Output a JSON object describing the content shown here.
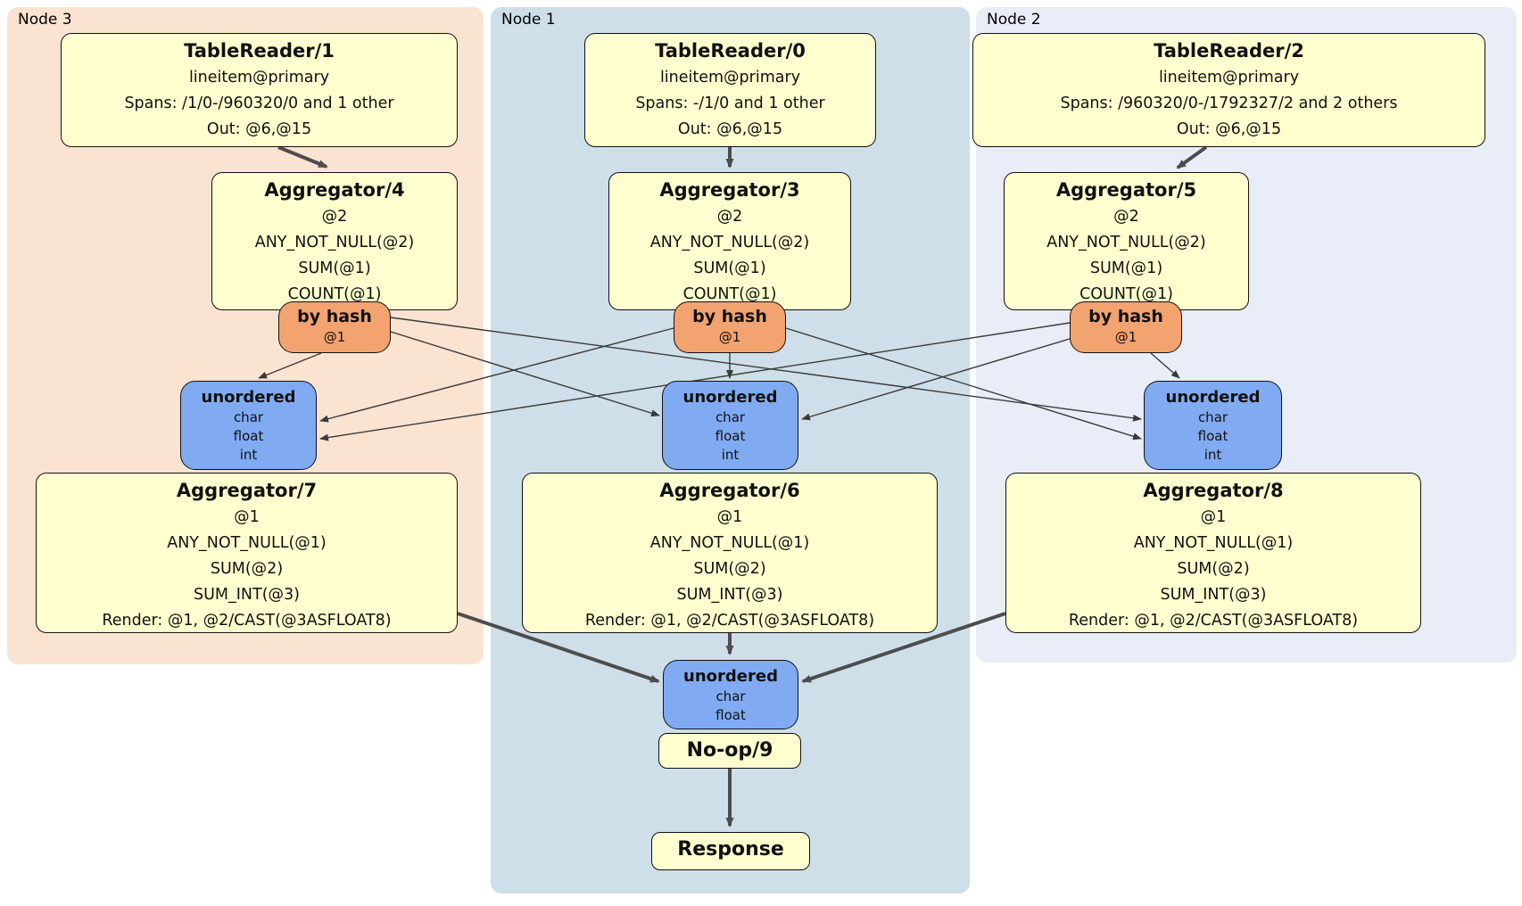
{
  "diagram_type": "distsql-plan",
  "regions": {
    "node3": {
      "label": "Node 3",
      "bg": "#fbe3d2"
    },
    "node1": {
      "label": "Node 1",
      "bg": "#cfdfe9"
    },
    "node2": {
      "label": "Node 2",
      "bg": "#e9edf8"
    }
  },
  "boxes": {
    "tr1": {
      "title": "TableReader/1",
      "lines": [
        "lineitem@primary",
        "Spans: /1/0-/960320/0 and 1 other",
        "Out: @6,@15"
      ]
    },
    "tr0": {
      "title": "TableReader/0",
      "lines": [
        "lineitem@primary",
        "Spans: -/1/0 and 1 other",
        "Out: @6,@15"
      ]
    },
    "tr2": {
      "title": "TableReader/2",
      "lines": [
        "lineitem@primary",
        "Spans: /960320/0-/1792327/2 and 2 others",
        "Out: @6,@15"
      ]
    },
    "agg4": {
      "title": "Aggregator/4",
      "lines": [
        "@2",
        "ANY_NOT_NULL(@2)",
        "SUM(@1)",
        "COUNT(@1)"
      ]
    },
    "agg3": {
      "title": "Aggregator/3",
      "lines": [
        "@2",
        "ANY_NOT_NULL(@2)",
        "SUM(@1)",
        "COUNT(@1)"
      ]
    },
    "agg5": {
      "title": "Aggregator/5",
      "lines": [
        "@2",
        "ANY_NOT_NULL(@2)",
        "SUM(@1)",
        "COUNT(@1)"
      ]
    },
    "agg7": {
      "title": "Aggregator/7",
      "lines": [
        "@1",
        "ANY_NOT_NULL(@1)",
        "SUM(@2)",
        "SUM_INT(@3)",
        "Render: @1, @2/CAST(@3ASFLOAT8)"
      ]
    },
    "agg6": {
      "title": "Aggregator/6",
      "lines": [
        "@1",
        "ANY_NOT_NULL(@1)",
        "SUM(@2)",
        "SUM_INT(@3)",
        "Render: @1, @2/CAST(@3ASFLOAT8)"
      ]
    },
    "agg8": {
      "title": "Aggregator/8",
      "lines": [
        "@1",
        "ANY_NOT_NULL(@1)",
        "SUM(@2)",
        "SUM_INT(@3)",
        "Render: @1, @2/CAST(@3ASFLOAT8)"
      ]
    },
    "noop": {
      "title": "No-op/9"
    },
    "response": {
      "title": "Response"
    }
  },
  "routers": {
    "hash_left": {
      "title": "by hash",
      "detail": "@1"
    },
    "hash_mid": {
      "title": "by hash",
      "detail": "@1"
    },
    "hash_right": {
      "title": "by hash",
      "detail": "@1"
    }
  },
  "syncs": {
    "un_left": {
      "title": "unordered",
      "types": [
        "char",
        "float",
        "int"
      ]
    },
    "un_mid": {
      "title": "unordered",
      "types": [
        "char",
        "float",
        "int"
      ]
    },
    "un_right": {
      "title": "unordered",
      "types": [
        "char",
        "float",
        "int"
      ]
    },
    "un_final": {
      "title": "unordered",
      "types": [
        "char",
        "float"
      ]
    }
  },
  "colors": {
    "processor_fill": "#ffffcf",
    "router_fill": "#f2a36f",
    "sync_fill": "#80abf2",
    "node3_bg": "#fbe3d2",
    "node1_bg": "#cfdfe9",
    "node2_bg": "#e9edf8",
    "edge_thick": "#4d4d4d",
    "edge_thin": "#3a3a3a",
    "border": "#111111"
  }
}
